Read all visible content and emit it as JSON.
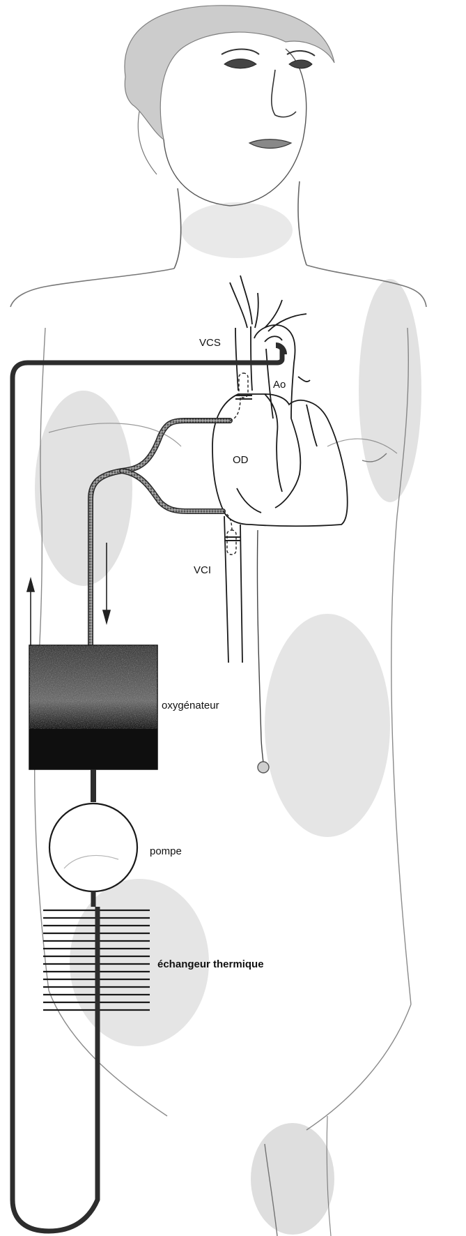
{
  "diagram": {
    "labels": {
      "vcs": "VCS",
      "ao": "Ao",
      "od": "OD",
      "vci": "VCI",
      "oxygenateur": "oxygénateur",
      "pompe": "pompe",
      "echangeur": "échangeur thermique"
    },
    "colors": {
      "ink": "#1a1a1a",
      "tube": "#3a3a3a",
      "oxygenator_top": "#555555",
      "oxygenator_bottom": "#111111",
      "skin_shade": "#bdbdbd"
    }
  }
}
